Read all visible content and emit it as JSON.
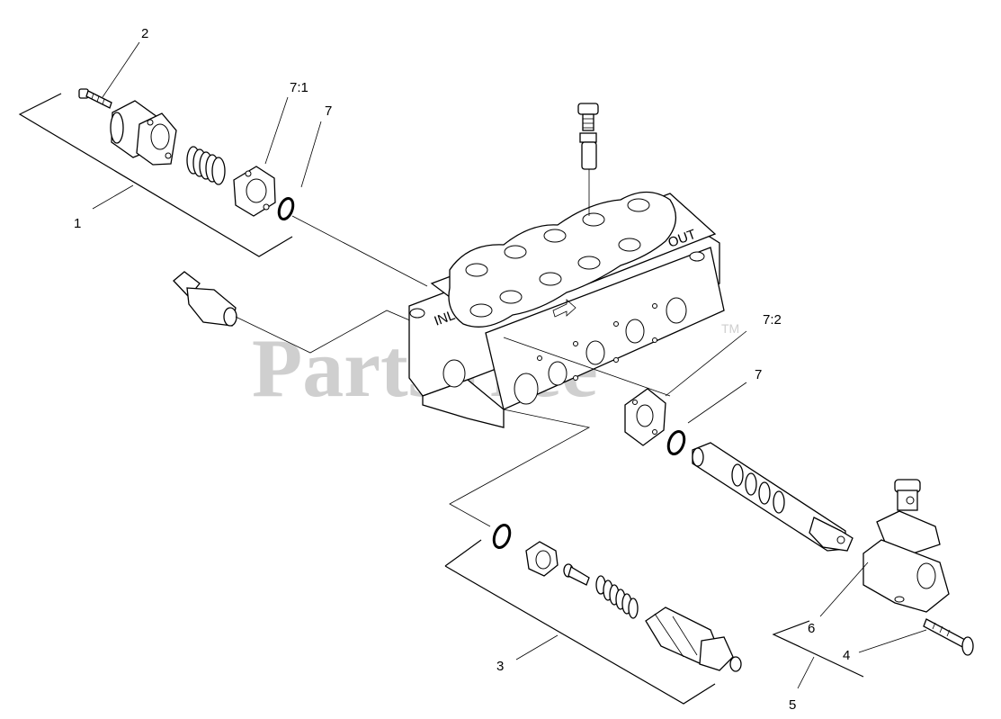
{
  "callouts": {
    "c1": "1",
    "c2": "2",
    "c3": "3",
    "c4": "4",
    "c5": "5",
    "c6": "6",
    "c7a": "7",
    "c7b": "7",
    "c71": "7:1",
    "c72": "7:2"
  },
  "watermark": {
    "text": "PartsTree",
    "trademark": "TM"
  }
}
